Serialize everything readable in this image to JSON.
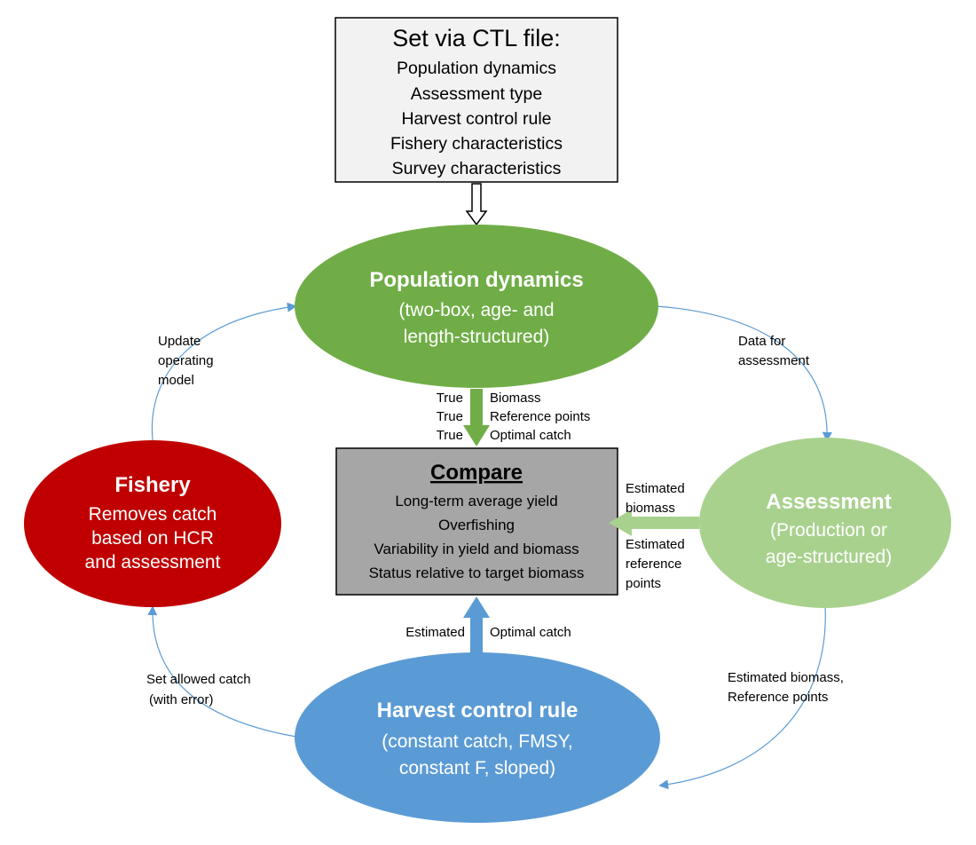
{
  "colors": {
    "population": "#70ad47",
    "assessment": "#a9d18e",
    "fishery": "#c00000",
    "hcr": "#5b9bd5",
    "compare_fill": "#a6a6a6",
    "ctl_fill": "#f2f2f2",
    "thin_arrow": "#5b9bd5"
  },
  "ctl_box": {
    "title": "Set via CTL file:",
    "items": [
      "Population dynamics",
      "Assessment type",
      "Harvest control rule",
      "Fishery characteristics",
      "Survey characteristics"
    ]
  },
  "population": {
    "title": "Population dynamics",
    "sub": [
      "(two-box, age- and",
      "length-structured)"
    ]
  },
  "assessment": {
    "title": "Assessment",
    "sub": [
      "(Production or",
      "age-structured)"
    ]
  },
  "fishery": {
    "title": "Fishery",
    "sub": [
      "Removes catch",
      "based on HCR",
      "and assessment"
    ]
  },
  "hcr": {
    "title": "Harvest control rule",
    "sub": [
      "(constant catch, FMSY,",
      "constant F, sloped)"
    ]
  },
  "compare": {
    "title": "Compare",
    "items": [
      "Long-term average yield",
      "Overfishing",
      "Variability in yield and biomass",
      "Status relative to target biomass"
    ]
  },
  "labels": {
    "update": [
      "Update",
      "operating",
      "model"
    ],
    "data_for": [
      "Data for",
      "assessment"
    ],
    "true_left": [
      "True",
      "True",
      "True"
    ],
    "true_right": [
      "Biomass",
      "Reference points",
      "Optimal catch"
    ],
    "est_biomass": [
      "Estimated",
      "biomass"
    ],
    "est_ref": [
      "Estimated",
      "reference",
      "points"
    ],
    "estimated": "Estimated",
    "optimal_catch": "Optimal catch",
    "set_allowed": [
      "Set allowed catch",
      "(with error)"
    ],
    "est_bio_ref": [
      "Estimated biomass,",
      "Reference points"
    ]
  }
}
